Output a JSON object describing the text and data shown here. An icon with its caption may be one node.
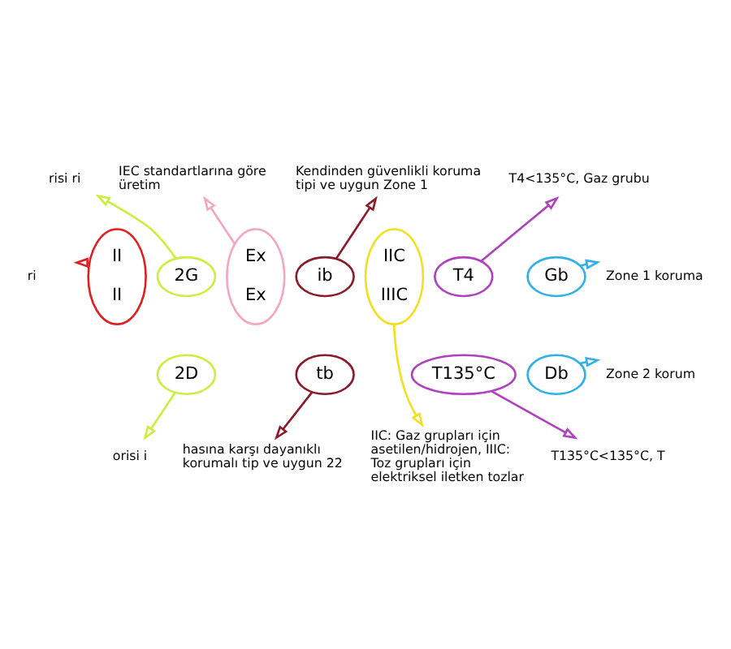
{
  "diagram": {
    "nodes": [
      {
        "text": [
          "II",
          "II"
        ]
      },
      {
        "text": [
          "2G"
        ]
      },
      {
        "text": [
          "2D"
        ]
      },
      {
        "text": [
          "Ex",
          "Ex"
        ]
      },
      {
        "text": [
          "ib"
        ]
      },
      {
        "text": [
          "tb"
        ]
      },
      {
        "text": [
          "IIC",
          "IIIC"
        ]
      },
      {
        "text": [
          "T4"
        ]
      },
      {
        "text": [
          "T135°C"
        ]
      },
      {
        "text": [
          "Gb"
        ]
      },
      {
        "text": [
          "Db"
        ]
      },
      {
        "text": [
          "IEC standartlarına göre üretim"
        ]
      },
      {
        "text": [
          "Kendinden güvenlikli koruma tipi ve uygun Zone 1"
        ]
      },
      {
        "text": [
          "risi ri"
        ]
      },
      {
        "text": [
          "T4<135°C, Gaz grubu"
        ]
      },
      {
        "text": [
          "ri"
        ]
      },
      {
        "text": [
          "Zone 1 koruma"
        ]
      },
      {
        "text": [
          "Zone 2 korum"
        ]
      },
      {
        "text": [
          "orisi i"
        ]
      },
      {
        "text": [
          "T135°C<135°C, T"
        ]
      },
      {
        "text": [
          "hasına karşı dayanıklı korumalı tip ve uygun 22"
        ]
      },
      {
        "text": [
          "IIC: Gaz grupları için asetilen/hidrojen, IIIC: Toz grupları için elektriksel iletken tozlar"
        ]
      }
    ],
    "edges": [
      {
        "from": 1,
        "to": 13,
        "arrow": "to",
        "color": "#c8f03c"
      },
      {
        "from": 3,
        "to": 11,
        "arrow": "to",
        "color": "#f4a6c0"
      },
      {
        "from": 4,
        "to": 12,
        "arrow": "to",
        "color": "#8b1a2b"
      },
      {
        "from": 7,
        "to": 14,
        "arrow": "to",
        "color": "#b040c0"
      },
      {
        "from": 0,
        "to": 15,
        "arrow": "to",
        "color": "#e02020"
      },
      {
        "from": 9,
        "to": 16,
        "arrow": "to",
        "color": "#30b0e8"
      },
      {
        "from": 10,
        "to": 17,
        "arrow": "to",
        "color": "#30b0e8"
      },
      {
        "from": 2,
        "to": 18,
        "arrow": "to",
        "color": "#c8f03c"
      },
      {
        "from": 5,
        "to": 20,
        "arrow": "to",
        "color": "#8b1a2b"
      },
      {
        "from": 6,
        "to": 21,
        "arrow": "to",
        "color": "#f0e020"
      },
      {
        "from": 8,
        "to": 19,
        "arrow": "to",
        "color": "#b040c0"
      }
    ]
  }
}
